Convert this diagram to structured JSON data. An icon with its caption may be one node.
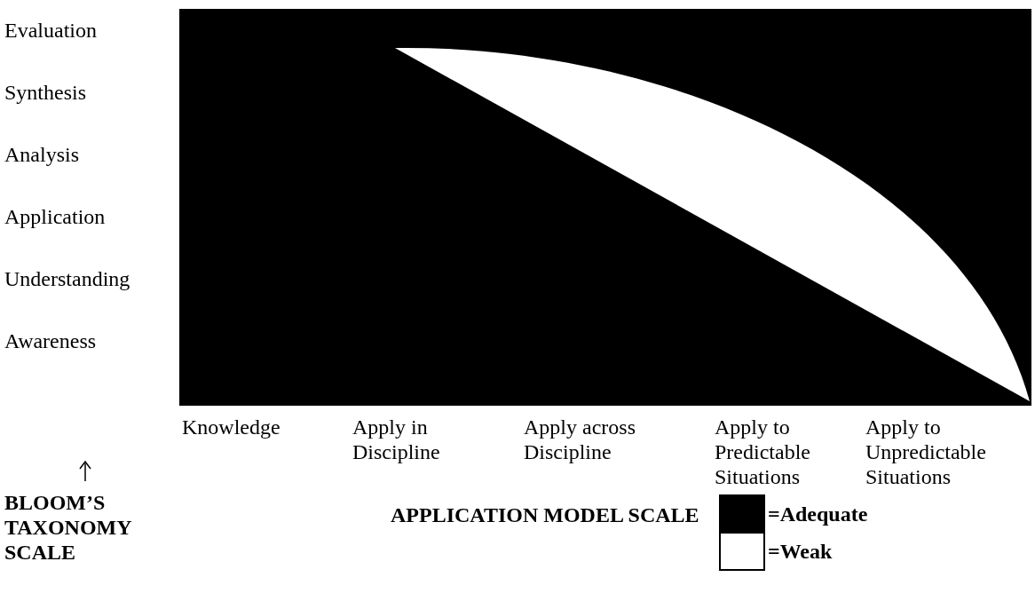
{
  "diagram": {
    "labels": [
      "Evaluation",
      "Synthesis",
      "Analysis",
      "Application",
      "Understanding",
      "Awareness",
      "Knowledge",
      "Apply in Discipline",
      "Apply across Discipline",
      "Apply to Predictable Situations",
      "Apply to Unpredictable Situations",
      "BLOOM’S TAXONOMY SCALE",
      "APPLICATION MODEL SCALE"
    ],
    "legend": [
      {
        "text": "=Adequate",
        "color": "#000000"
      },
      {
        "text": "=Weak",
        "color": "#ffffff"
      }
    ]
  }
}
